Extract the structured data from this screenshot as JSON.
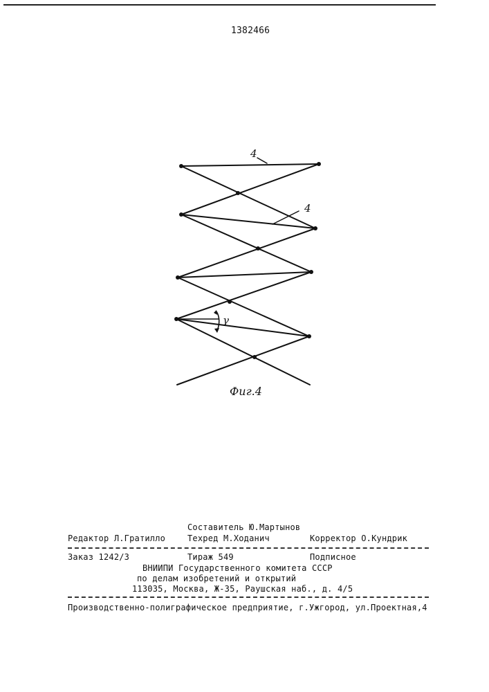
{
  "header": {
    "patent_number": "1382466"
  },
  "figure": {
    "part_label_top": "4",
    "part_label_mid": "4",
    "angle_label": "γ",
    "caption": "Фиг.4"
  },
  "imprint": {
    "compiler": "Составитель Ю.Мартынов",
    "editor": "Редактор Л.Гратилло",
    "techred": "Техред М.Ходанич",
    "corrector": "Корректор О.Кундрик",
    "order": "Заказ 1242/3",
    "circulation": "Тираж 549",
    "subscription": "Подписное",
    "org_line1": "ВНИИПИ Государственного комитета СССР",
    "org_line2": "по делам изобретений и открытий",
    "org_line3": "113035, Москва, Ж-35, Раушская наб., д. 4/5",
    "printer": "Производственно-полиграфическое предприятие, г.Ужгород, ул.Проектная,4"
  }
}
